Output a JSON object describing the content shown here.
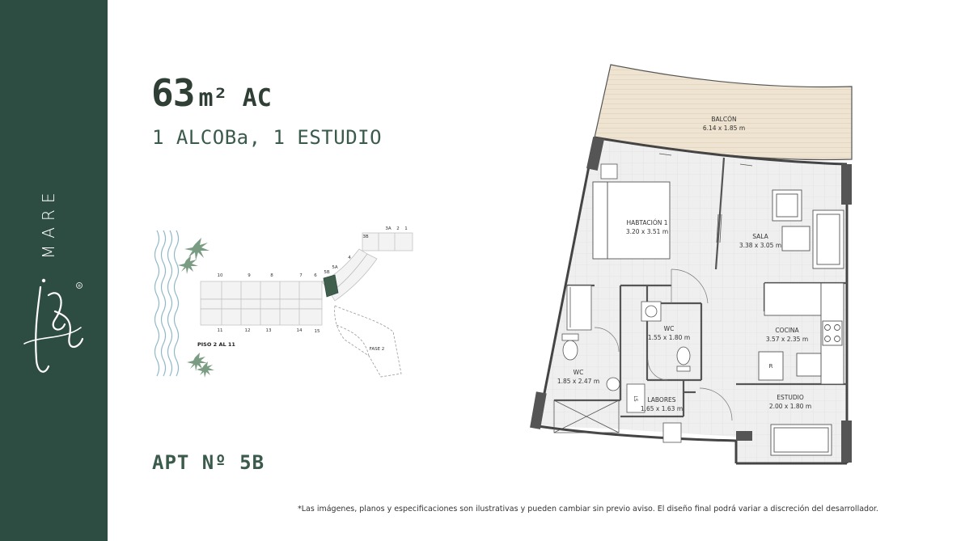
{
  "brand": {
    "name": "MARE",
    "registered_mark": "®",
    "logo_script": "ika"
  },
  "header": {
    "area_number": "63",
    "area_unit": "m² AC",
    "subtitle": "1 ALCOBa, 1 ESTUDIO"
  },
  "site_map": {
    "floor_label": "PISO 2 AL 11",
    "phase_label": "FASE 2",
    "unit_numbers_top": [
      "10",
      "9",
      "8",
      "7",
      "6",
      "5B",
      "5A",
      "4",
      "3B",
      "3A",
      "2",
      "1"
    ],
    "unit_numbers_bottom": [
      "11",
      "12",
      "13",
      "14",
      "15"
    ],
    "highlight_color": "#3f5e4b"
  },
  "apartment": {
    "label": "APT Nº 5B"
  },
  "rooms": {
    "balcon": {
      "name": "BALCÓN",
      "size": "6.14 x 1.85 m"
    },
    "habitacion": {
      "name": "HABTACIÓN 1",
      "size": "3.20 x 3.51 m"
    },
    "sala": {
      "name": "SALA",
      "size": "3.38 x 3.05 m"
    },
    "wc1": {
      "name": "WC",
      "size": "1.55 x 1.80 m"
    },
    "cocina": {
      "name": "COCINA",
      "size": "3.57 x 2.35 m"
    },
    "wc2": {
      "name": "WC",
      "size": "1.85 x 2.47 m"
    },
    "labores": {
      "name": "LABORES",
      "size": "1.65 x 1.63 m"
    },
    "estudio": {
      "name": "ESTUDIO",
      "size": "2.00 x 1.80 m"
    },
    "fridge_mark": "R",
    "laundry_mark": "LS"
  },
  "footer": {
    "disclaimer": "*Las imágenes, planos y especificaciones son ilustrativas y pueden cambiar sin previo aviso. El diseño final podrá variar a discreción del desarrollador."
  },
  "colors": {
    "sidebar": "#2e4d42",
    "accent": "#3a5a4b",
    "balcony": "#efe4d2",
    "floor_tile": "#eeeeee"
  }
}
